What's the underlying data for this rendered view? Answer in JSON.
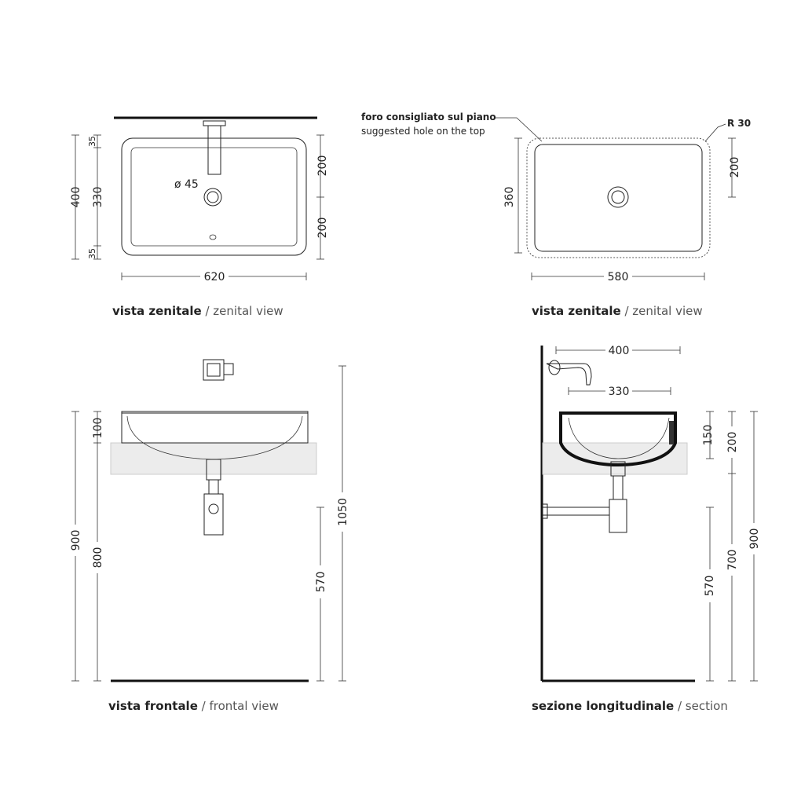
{
  "views": {
    "top_left": {
      "caption_it": "vista zenitale",
      "caption_sep": " / ",
      "caption_en": "zenital view",
      "dims": {
        "total_depth": "400",
        "inner_depth": "330",
        "rim_top": "35",
        "rim_bottom": "35",
        "right_top": "200",
        "right_bottom": "200",
        "width": "620",
        "hole": "ø 45"
      }
    },
    "top_right": {
      "caption_it": "vista zenitale",
      "caption_sep": " / ",
      "caption_en": "zenital view",
      "note_it": "foro consigliato sul piano",
      "note_en": "suggested hole on the top",
      "radius": "R 30",
      "dims": {
        "depth": "360",
        "right": "200",
        "width": "580"
      }
    },
    "bottom_left": {
      "caption_it": "vista frontale",
      "caption_sep": " / ",
      "caption_en": "frontal view",
      "dims": {
        "h900": "900",
        "h800": "800",
        "h100": "100",
        "h570": "570",
        "h1050": "1050"
      }
    },
    "bottom_right": {
      "caption_it": "sezione longitudinale",
      "caption_sep": " / ",
      "caption_en": "section",
      "dims": {
        "w400": "400",
        "w330": "330",
        "h150": "150",
        "h200": "200",
        "h570": "570",
        "h700": "700",
        "h900": "900"
      }
    }
  }
}
